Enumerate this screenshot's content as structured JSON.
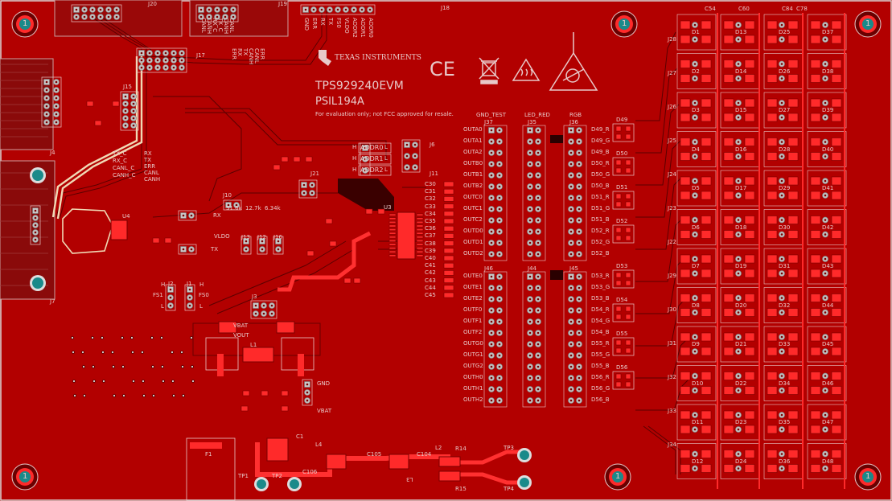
{
  "board": {
    "title": "TPS929240EVM",
    "subtitle": "PSIL194A",
    "disclaimer": "For evaluation only; not FCC approved for resale.",
    "brand": "TEXAS INSTRUMENTS",
    "cert_mark": "CE"
  },
  "header_labels": {
    "j18": "J18",
    "j18_pins": [
      "GND",
      "ERR",
      "RX",
      "TX",
      "FS0",
      "VLDO",
      "ADDR2",
      "ADDR1",
      "ADDR0"
    ],
    "j17": "J17",
    "j17_pins_left": [
      "CANL",
      "CANH",
      "RX_C",
      "TX_C",
      "CANH",
      "CANL"
    ],
    "j17_pins_right": [
      "ERR",
      "RX",
      "TX",
      "CANH",
      "CANL",
      "ERR"
    ],
    "j15": "J15",
    "j15_labels": [
      "TX_C",
      "RX_C",
      "CANL_C",
      "CANH_C",
      "RX",
      "TX",
      "ERR",
      "CANL",
      "CANH"
    ],
    "j4": "J4",
    "j7": "J7",
    "j19": "J19",
    "j20": "J20"
  },
  "mid_labels": {
    "addr": [
      "ADDR0",
      "ADDR1",
      "ADDR2"
    ],
    "addr_marks": [
      "H",
      "L"
    ],
    "j6": "J6",
    "j11": "J11",
    "j10": "J10",
    "j21": "J21",
    "u3": "U3",
    "u4": "U4",
    "res_values": [
      "31.6k",
      "12.7k",
      "6.34k"
    ],
    "small_jumpers": [
      "J13",
      "J12",
      "J16"
    ],
    "rx": "RX",
    "tx": "TX",
    "vldo": "VLDO",
    "j2": "J2",
    "j1": "J1",
    "fs1": "FS1",
    "fs0": "FS0",
    "h": "H",
    "l": "L",
    "j3": "J3",
    "vbat": "VBAT",
    "vout": "VOUT",
    "gnd": "GND",
    "l1": "L1",
    "l2": "L2",
    "l3": "L3",
    "l4": "L4",
    "r14": "R14",
    "r15": "R15",
    "tp1": "TP1",
    "tp2": "TP2",
    "tp3": "TP3",
    "tp4": "TP4",
    "c105": "C105",
    "c104": "C104",
    "c106": "C106",
    "c1": "C1",
    "fuse": "F1"
  },
  "cap_column": [
    "C30",
    "C31",
    "C32",
    "C33",
    "C34",
    "C35",
    "C36",
    "C37",
    "C38",
    "C39",
    "C40",
    "C41",
    "C42",
    "C43",
    "C44",
    "C45"
  ],
  "out_block_top": {
    "headers": [
      "GND_TEST",
      "LED_RED",
      "RGB"
    ],
    "header_ids": [
      "J37",
      "J35",
      "J36"
    ],
    "rows": [
      "OUTA0",
      "OUTA1",
      "OUTA2",
      "OUTB0",
      "OUTB1",
      "OUTB2",
      "OUTC0",
      "OUTC1",
      "OUTC2",
      "OUTD0",
      "OUTD1",
      "OUTD2"
    ],
    "right": [
      "D49_R",
      "D49_G",
      "D49_B",
      "D50_R",
      "D50_G",
      "D50_B",
      "D51_R",
      "D51_G",
      "D51_B",
      "D52_R",
      "D52_G",
      "D52_B"
    ],
    "diodes": [
      "D49",
      "D50",
      "D51",
      "D52"
    ]
  },
  "out_block_bottom": {
    "header_ids": [
      "J46",
      "J44",
      "J45"
    ],
    "rows": [
      "OUTE0",
      "OUTE1",
      "OUTE2",
      "OUTF0",
      "OUTF1",
      "OUTF2",
      "OUTG0",
      "OUTG1",
      "OUTG2",
      "OUTH0",
      "OUTH1",
      "OUTH2"
    ],
    "right": [
      "D53_R",
      "D53_G",
      "D53_B",
      "D54_R",
      "D54_G",
      "D54_B",
      "D55_R",
      "D55_G",
      "D55_B",
      "D56_R",
      "D56_G",
      "D56_B"
    ],
    "diodes": [
      "D53",
      "D54",
      "D55",
      "D56"
    ]
  },
  "led_array": {
    "col_a_j": [
      "J28",
      "J27",
      "J26",
      "J25",
      "J24",
      "J23",
      "J22",
      "J29",
      "J30",
      "J31",
      "J32",
      "J33",
      "J34"
    ],
    "col_a_d": [
      "D1",
      "D2",
      "D3",
      "D4",
      "D5",
      "D6",
      "D7",
      "D8",
      "D9",
      "D10",
      "D11",
      "D12"
    ],
    "col_b_d": [
      "D13",
      "D14",
      "D15",
      "D16",
      "D17",
      "D18",
      "D19",
      "D20",
      "D21",
      "D22",
      "D23",
      "D24"
    ],
    "col_c_d": [
      "D25",
      "D26",
      "D27",
      "D28",
      "D29",
      "D30",
      "D31",
      "D32",
      "D33",
      "D34",
      "D35",
      "D36"
    ],
    "col_d_d": [
      "D37",
      "D38",
      "D39",
      "D40",
      "D41",
      "D42",
      "D43",
      "D44",
      "D45",
      "D46",
      "D47",
      "D48"
    ],
    "top_caps": [
      "C54",
      "C60",
      "C84",
      "C78"
    ]
  },
  "mounting_holes": [
    "1",
    "1",
    "1",
    "1",
    "1",
    "1",
    "1",
    "1"
  ],
  "colors": {
    "copper": "#b20000",
    "pad": "#c0c0c0",
    "silk": "#e8c9c9",
    "hole": "#1a8a8a",
    "dark_copper": "#6a0000"
  }
}
